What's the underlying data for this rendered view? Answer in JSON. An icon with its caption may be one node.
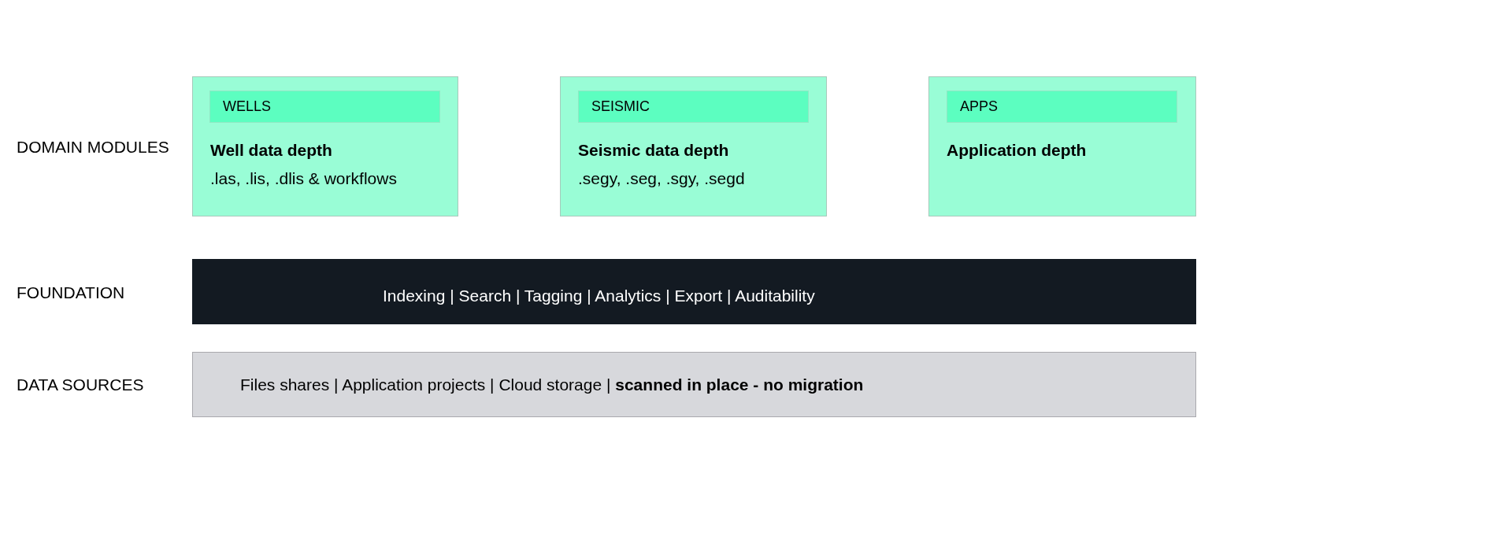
{
  "diagram": {
    "nodes": [
      {
        "text": [
          "Well data depth",
          ".las, .lis, .dlis & workflows"
        ]
      },
      {
        "text": [
          "WELLS"
        ],
        "in": 0
      },
      {
        "text": [
          "Seismic data depth",
          ".segy, .seg, .sgy, .segd"
        ]
      },
      {
        "text": [
          "SEISMIC"
        ],
        "in": 2
      },
      {
        "text": [
          "Application depth"
        ]
      },
      {
        "text": [
          "APPS"
        ],
        "in": 4
      },
      {
        "text": [
          "Indexing | Search | Tagging | Analytics | Export | Auditability"
        ]
      },
      {
        "text": [
          "Files shares | Application projects | Cloud storage | **scanned in place - no migration**"
        ]
      }
    ],
    "edges": [],
    "labels": [
      "DOMAIN MODULES",
      "FOUNDATION",
      "DATA SOURCES"
    ]
  }
}
